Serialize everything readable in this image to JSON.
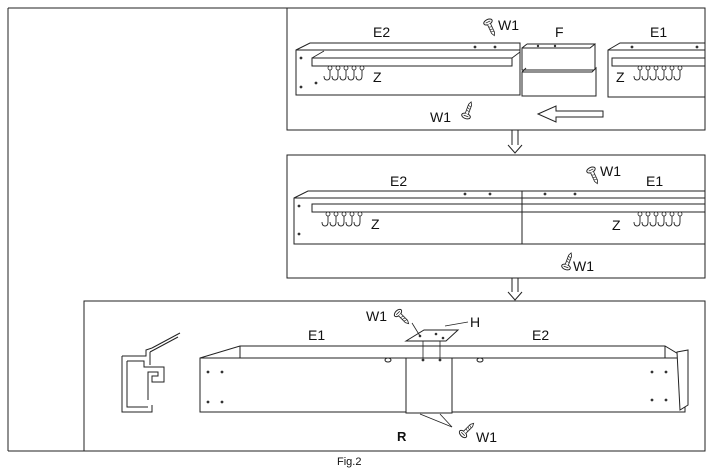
{
  "caption": "Fig.2",
  "step1": {
    "E2": "E2",
    "F": "F",
    "E1": "E1",
    "Z_left": "Z",
    "Z_right": "Z",
    "W1_top": "W1",
    "W1_bottom": "W1"
  },
  "step2": {
    "E2": "E2",
    "E1": "E1",
    "Z_left": "Z",
    "Z_right": "Z",
    "W1_top": "W1",
    "W1_bottom": "W1"
  },
  "step3": {
    "E1": "E1",
    "E2": "E2",
    "H": "H",
    "R": "R",
    "W1_top": "W1",
    "W1_bottom": "W1"
  },
  "icons": [
    "screw-icon",
    "arrow-down-icon",
    "arrow-left-icon",
    "hook-icon"
  ]
}
